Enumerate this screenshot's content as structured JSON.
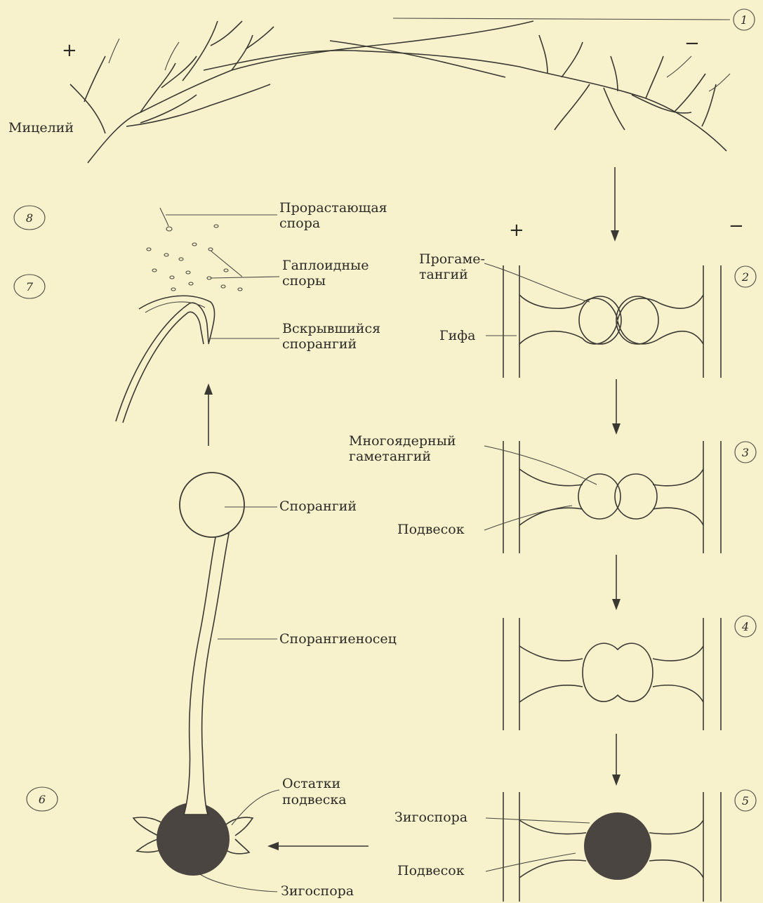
{
  "signs": {
    "plus": "+",
    "minus": "−"
  },
  "labels": {
    "mycelium": "Мицелий",
    "germinating_spore": [
      "Прорастающая",
      "спора"
    ],
    "haploid_spores": [
      "Гаплоидные",
      "споры"
    ],
    "opened_sporangium": [
      "Вскрывшийся",
      "спорангий"
    ],
    "sporangium": "Спорангий",
    "sporangiophore": "Спорангиеносец",
    "suspensor_remains": [
      "Остатки",
      "подвеска"
    ],
    "zygospore_left": "Зигоспора",
    "progametangium": [
      "Прогаме-",
      "тангий"
    ],
    "hypha": "Гифа",
    "multinuclear_gametangium": [
      "Многоядерный",
      "гаметангий"
    ],
    "suspensor_3": "Подвесок",
    "zygospore_5": "Зигоспора",
    "suspensor_5": "Подвесок"
  },
  "stages": [
    "1",
    "2",
    "3",
    "4",
    "5",
    "6",
    "7",
    "8"
  ]
}
